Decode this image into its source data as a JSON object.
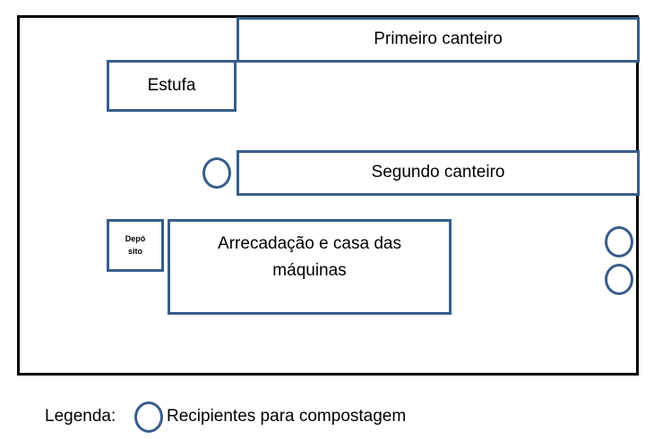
{
  "diagram": {
    "areas": {
      "primeiro_canteiro": "Primeiro  canteiro",
      "estufa": "Estufa",
      "segundo_canteiro": "Segundo  canteiro",
      "deposito": "Depó\nsito",
      "arrecadacao": "Arrecadação  e  casa das\nmáquinas"
    },
    "colors": {
      "area_border": "#385d8a",
      "frame_border": "#000000"
    },
    "compost_bin_icon": "circle-outline"
  },
  "legend": {
    "label": "Legenda:",
    "compost_bins": "Recipientes  para  compostagem"
  }
}
